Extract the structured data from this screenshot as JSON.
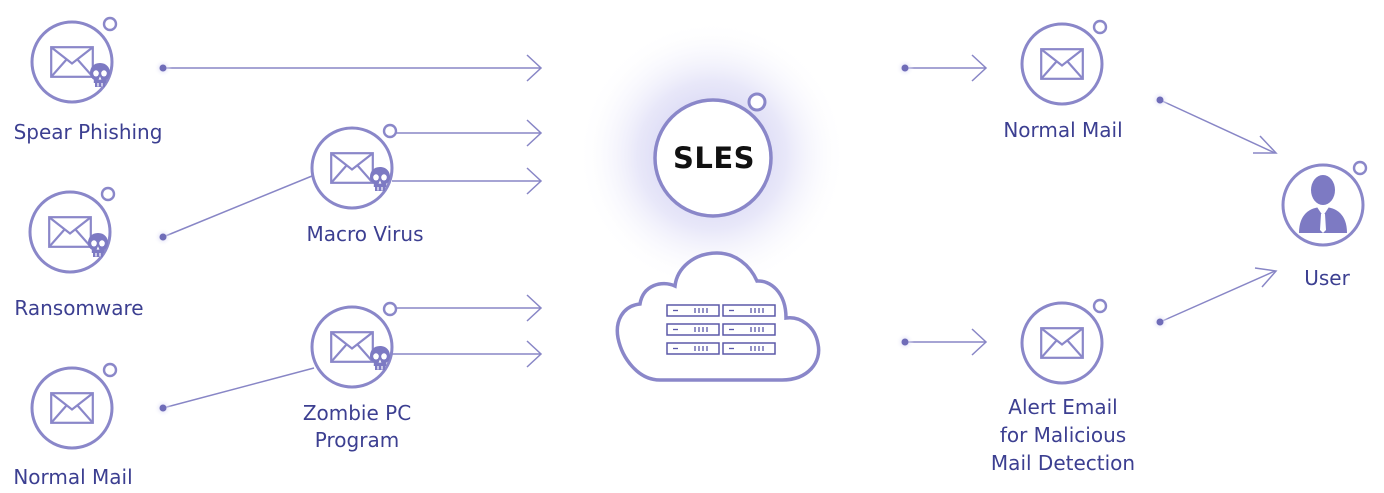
{
  "diagram": {
    "center_label": "SLES",
    "sources": [
      {
        "label": "Spear Phishing",
        "icon": "mail-skull-icon"
      },
      {
        "label": "Ransomware",
        "icon": "mail-skull-icon"
      },
      {
        "label": "Normal Mail",
        "icon": "mail-icon"
      }
    ],
    "carriers": [
      {
        "label": "Macro Virus",
        "icon": "mail-skull-icon"
      },
      {
        "label_lines": [
          "Zombie PC",
          "Program"
        ],
        "icon": "mail-skull-icon"
      }
    ],
    "outputs": [
      {
        "label": "Normal Mail",
        "icon": "mail-icon"
      },
      {
        "label_lines": [
          "Alert Email",
          "for Malicious",
          "Mail Detection"
        ],
        "icon": "mail-icon"
      }
    ],
    "recipient": {
      "label": "User",
      "icon": "user-icon"
    },
    "server": {
      "icon": "cloud-server-icon"
    },
    "colors": {
      "ring": "#8a87c9",
      "text": "#3c3f91",
      "dot": "#6f6cb8",
      "glow": "#d4d3f2",
      "icon_fill": "#7d7ac3",
      "arrow": "#8886c6"
    }
  }
}
